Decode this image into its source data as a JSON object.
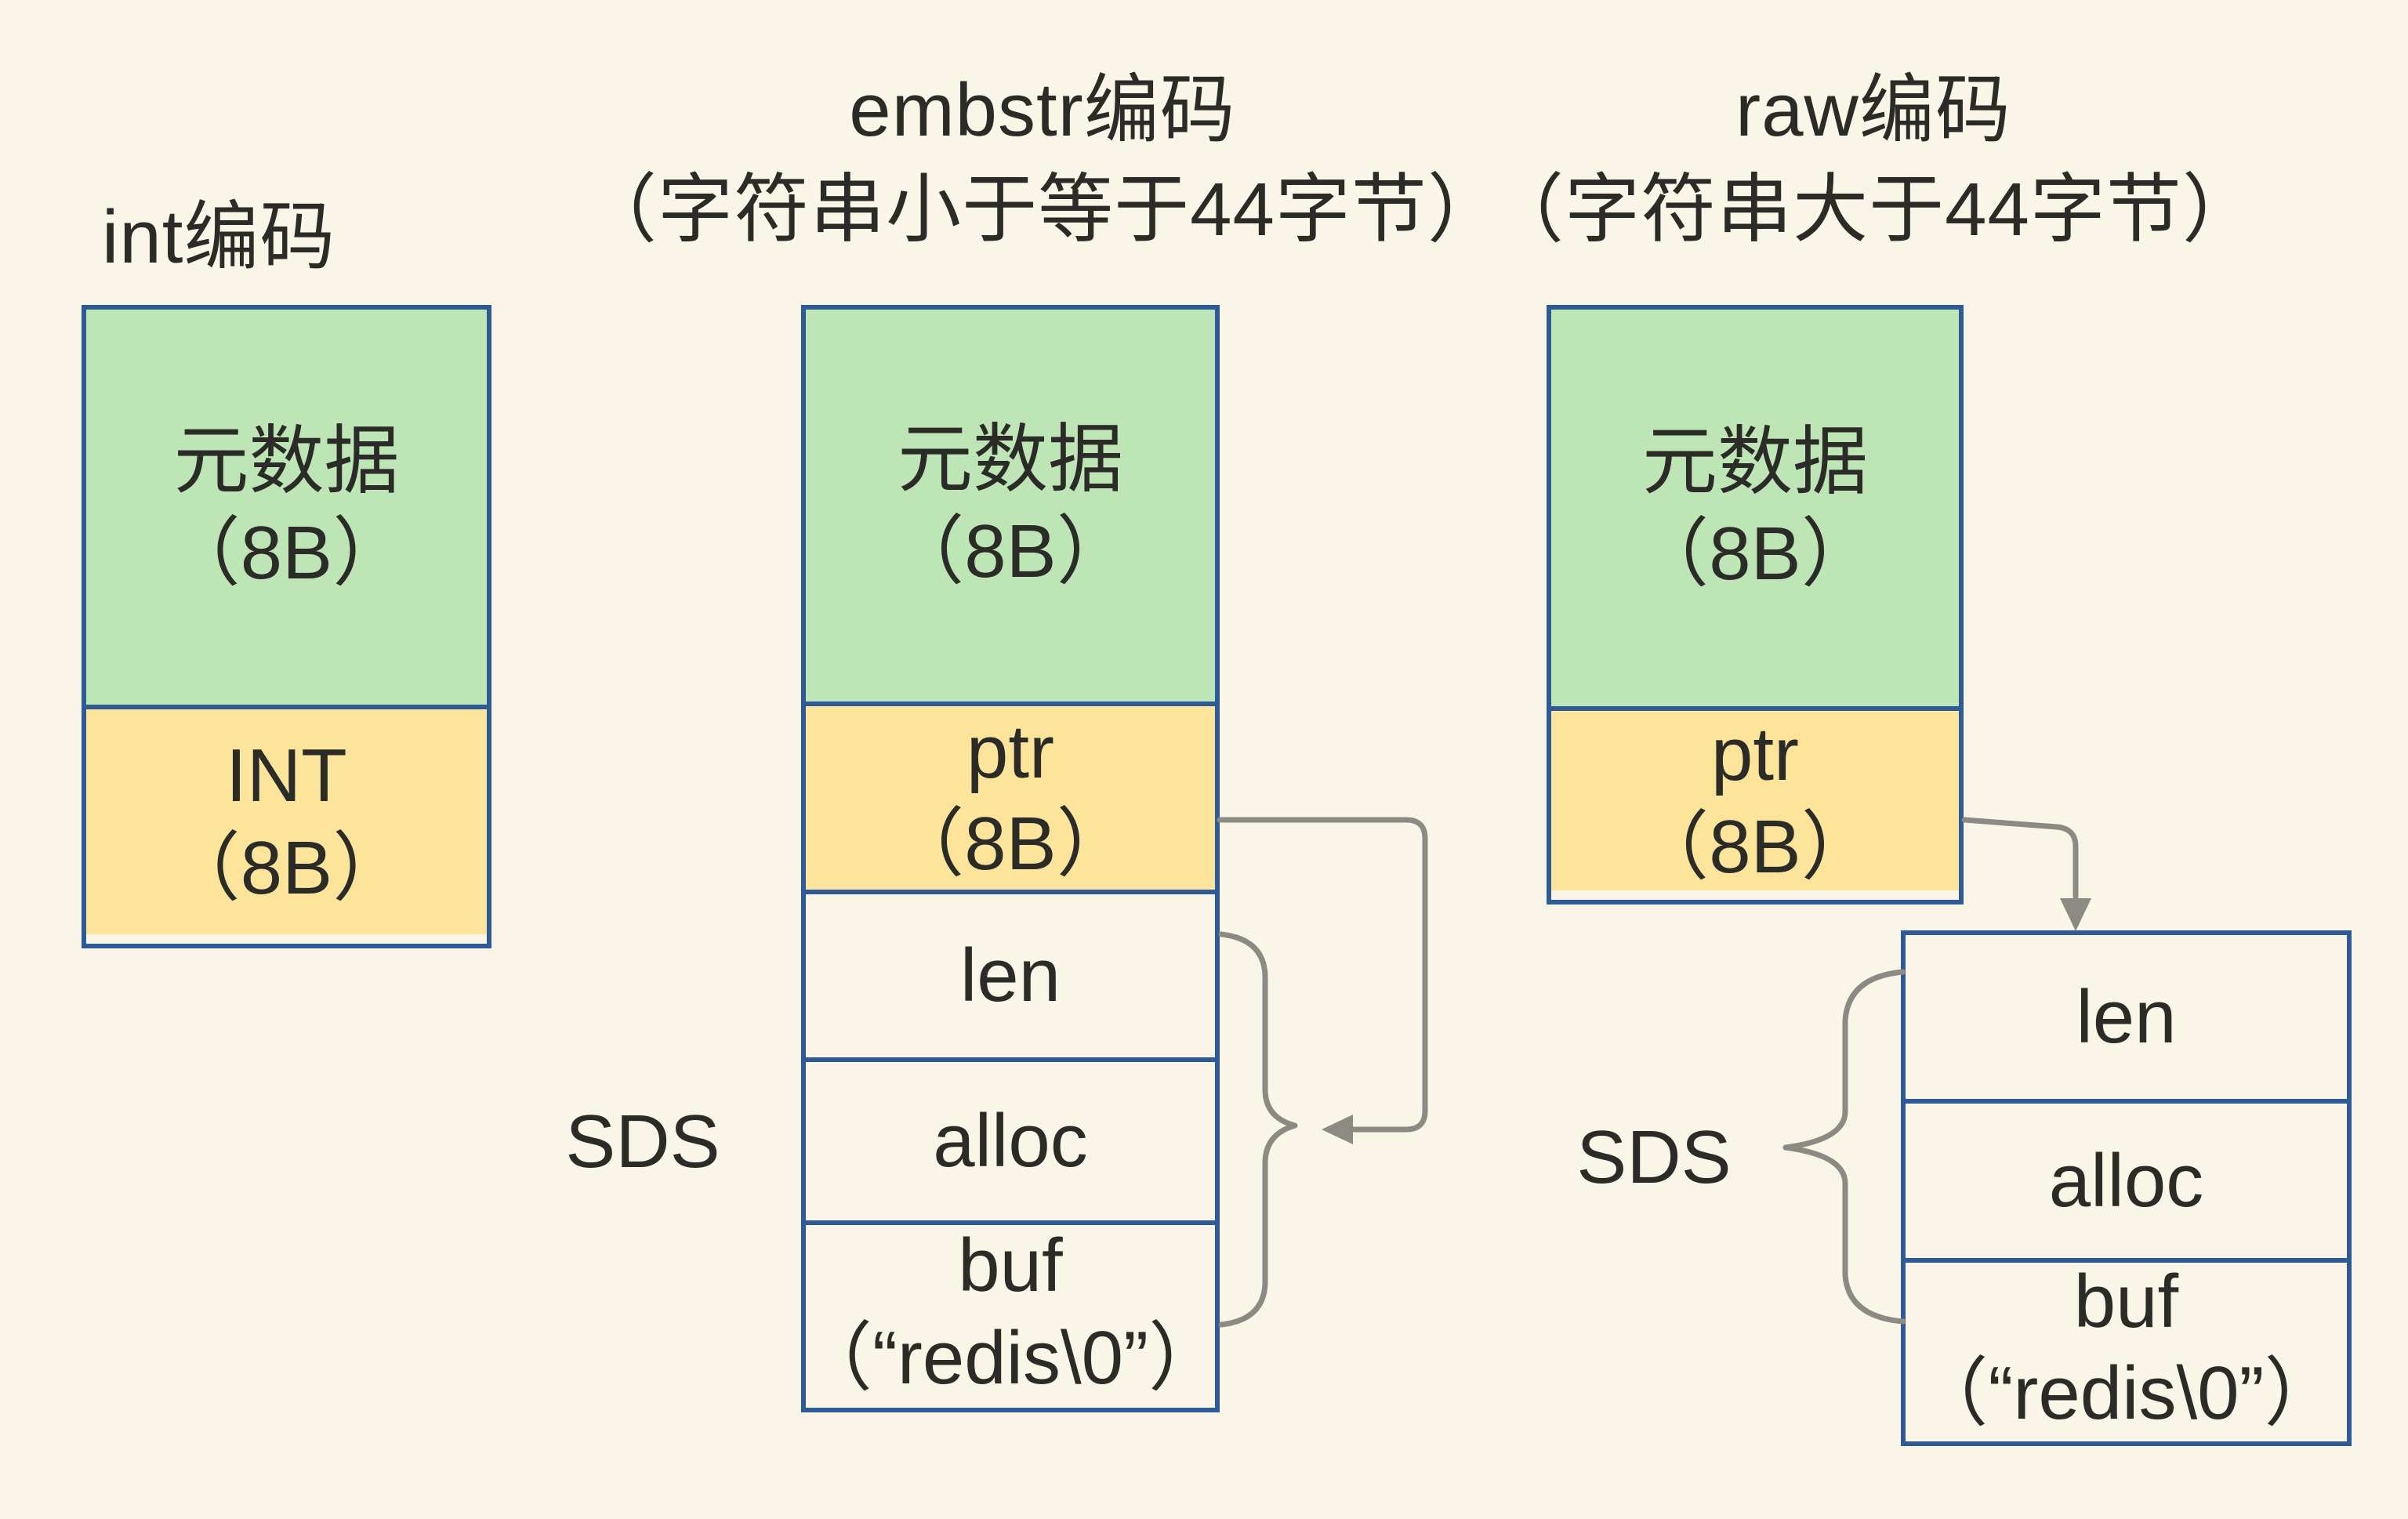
{
  "titles": {
    "int": "int编码",
    "embstr_line1": "embstr编码",
    "embstr_line2": "（字符串小于等于44字节）",
    "raw_line1": "raw编码",
    "raw_line2": "（字符串大于44字节）"
  },
  "int_box": {
    "metadata_line1": "元数据",
    "metadata_line2": "（8B）",
    "value_line1": "INT",
    "value_line2": "（8B）"
  },
  "embstr_box": {
    "metadata_line1": "元数据",
    "metadata_line2": "（8B）",
    "ptr_line1": "ptr",
    "ptr_line2": "（8B）",
    "len": "len",
    "alloc": "alloc",
    "buf_line1": "buf",
    "buf_line2": "（“redis\\0”）"
  },
  "raw_box": {
    "metadata_line1": "元数据",
    "metadata_line2": "（8B）",
    "ptr_line1": "ptr",
    "ptr_line2": "（8B）",
    "len": "len",
    "alloc": "alloc",
    "buf_line1": "buf",
    "buf_line2": "（“redis\\0”）"
  },
  "labels": {
    "sds_embstr": "SDS",
    "sds_raw": "SDS"
  },
  "colors": {
    "background": "#F9F6E7",
    "metadata_fill": "#BEE5B6",
    "pointer_fill": "#FCE59B",
    "box_border": "#2E5B97",
    "arrow": "#8B8B84",
    "text": "#2B2B27"
  }
}
